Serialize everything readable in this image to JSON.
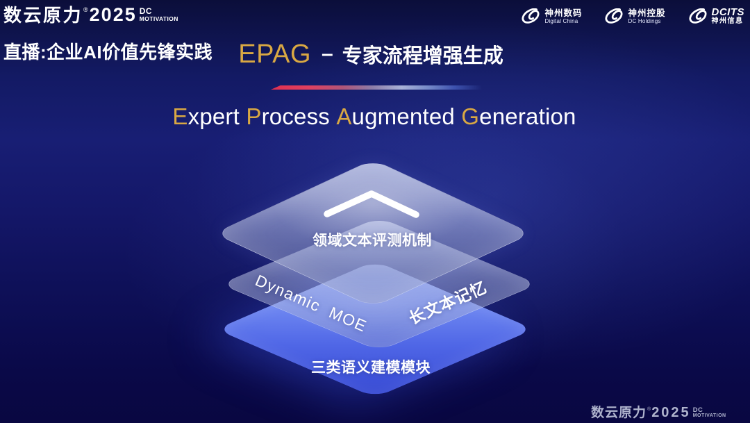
{
  "brand": {
    "cn": "数云原力",
    "reg": "®",
    "year": "2025",
    "sub_line1": "DC",
    "sub_line2": "MOTIVATION"
  },
  "header": {
    "live_topic": "直播:企业AI价值先锋实践",
    "partners": [
      {
        "icon": "digital-china-swirl-icon",
        "line1": "神州数码",
        "line2": "Digital China"
      },
      {
        "icon": "dc-holdings-swirl-icon",
        "line1": "神州控股",
        "line2": "DC Holdings"
      },
      {
        "icon": "dcits-swirl-icon",
        "line1": "DCITS",
        "line2": "神州信息"
      }
    ]
  },
  "title": {
    "acronym": "EPAG",
    "dash": "–",
    "cn": "专家流程增强生成"
  },
  "subtitle": {
    "segments": [
      {
        "lead": "E",
        "rest": "xpert "
      },
      {
        "lead": "P",
        "rest": "rocess "
      },
      {
        "lead": "A",
        "rest": "ugmented "
      },
      {
        "lead": "G",
        "rest": "eneration"
      }
    ]
  },
  "diagram": {
    "top_layer_label": "领域文本评测机制",
    "middle_layer_label_left": "Dynamic  MOE",
    "middle_layer_label_right": "长文本记忆",
    "bottom_layer_label": "三类语义建模模块",
    "icons": [
      "chevron-up-icon"
    ]
  },
  "colors": {
    "gold": "#d9a843",
    "background_navy": "#131a64",
    "divider_red": "#e03050",
    "divider_blue": "#3d52ae",
    "bottom_layer_blue_light": "#92a6f8",
    "bottom_layer_blue_dark": "#3447d2"
  }
}
